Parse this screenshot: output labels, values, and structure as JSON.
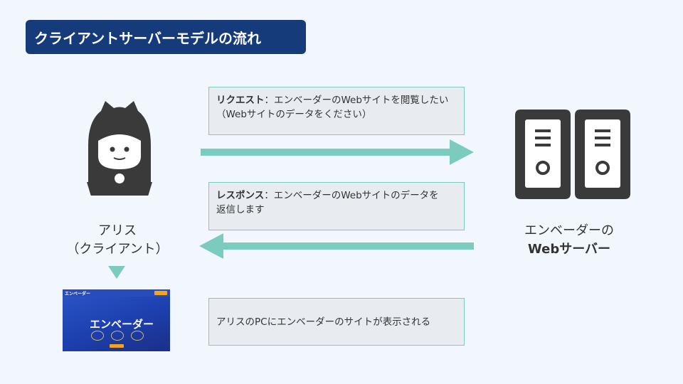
{
  "title": "クライアントサーバーモデルの流れ",
  "request": {
    "label": "リクエスト",
    "text1": "：エンベーダーのWebサイトを閲覧したい",
    "text2": "（Webサイトのデータをください）"
  },
  "response": {
    "label": "レスポンス",
    "text1": "：エンベーダーのWebサイトのデータを",
    "text2": "返信します"
  },
  "result_text": "アリスのPCにエンベーダーのサイトが表示される",
  "client": {
    "line1": "アリス",
    "line2": "（クライアント）"
  },
  "server": {
    "line1": "エンベーダーの",
    "line2": "Webサーバー"
  },
  "screenshot": {
    "logo": "エンベーダー",
    "hero": "エンベーダー"
  },
  "colors": {
    "title_bg": "#163b7a",
    "arrow": "#7ccbbf",
    "icon": "#3a3a3a",
    "box_border": "#7ccbbf"
  },
  "icons": {
    "client": "user-with-laptop-icon",
    "server": "server-pair-icon"
  }
}
